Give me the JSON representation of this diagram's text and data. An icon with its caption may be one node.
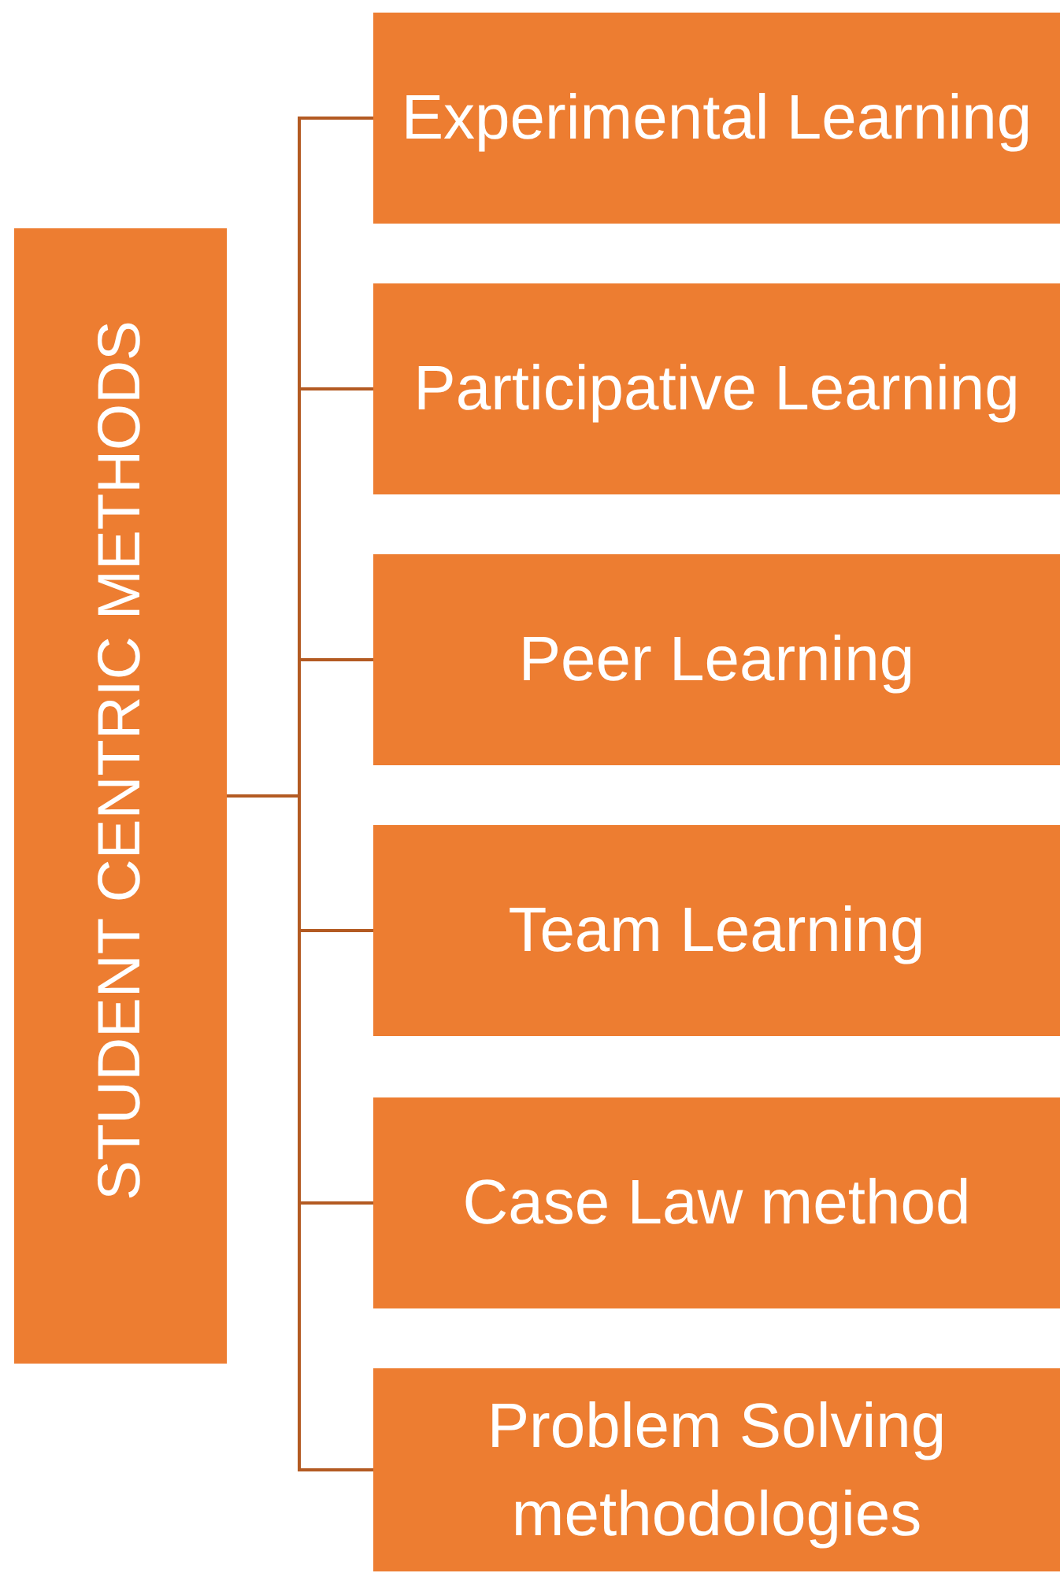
{
  "diagram": {
    "nodes": [
      {
        "text": [
          "STUDENT CENTRIC METHODS"
        ]
      },
      {
        "text": [
          "Experimental Learning"
        ]
      },
      {
        "text": [
          "Participative Learning"
        ]
      },
      {
        "text": [
          "Peer Learning"
        ]
      },
      {
        "text": [
          "Team Learning"
        ]
      },
      {
        "text": [
          "Case Law method"
        ]
      },
      {
        "text": [
          "Problem Solving methodologies"
        ]
      }
    ],
    "edges": [
      {
        "from": 0,
        "to": 1,
        "arrow": "none"
      },
      {
        "from": 0,
        "to": 2,
        "arrow": "none"
      },
      {
        "from": 0,
        "to": 3,
        "arrow": "none"
      },
      {
        "from": 0,
        "to": 4,
        "arrow": "none"
      },
      {
        "from": 0,
        "to": 5,
        "arrow": "none"
      },
      {
        "from": 0,
        "to": 6,
        "arrow": "none"
      }
    ]
  }
}
